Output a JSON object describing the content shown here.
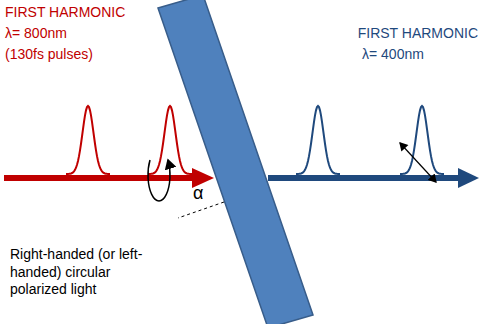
{
  "diagram": {
    "labels": [
      "FIRST HARMONIC",
      "λ= 800nm",
      "(130fs pulses)",
      "FIRST HARMONIC",
      "λ= 400nm",
      "α",
      "Right-handed (or left-handed) circular polarized light"
    ]
  }
}
